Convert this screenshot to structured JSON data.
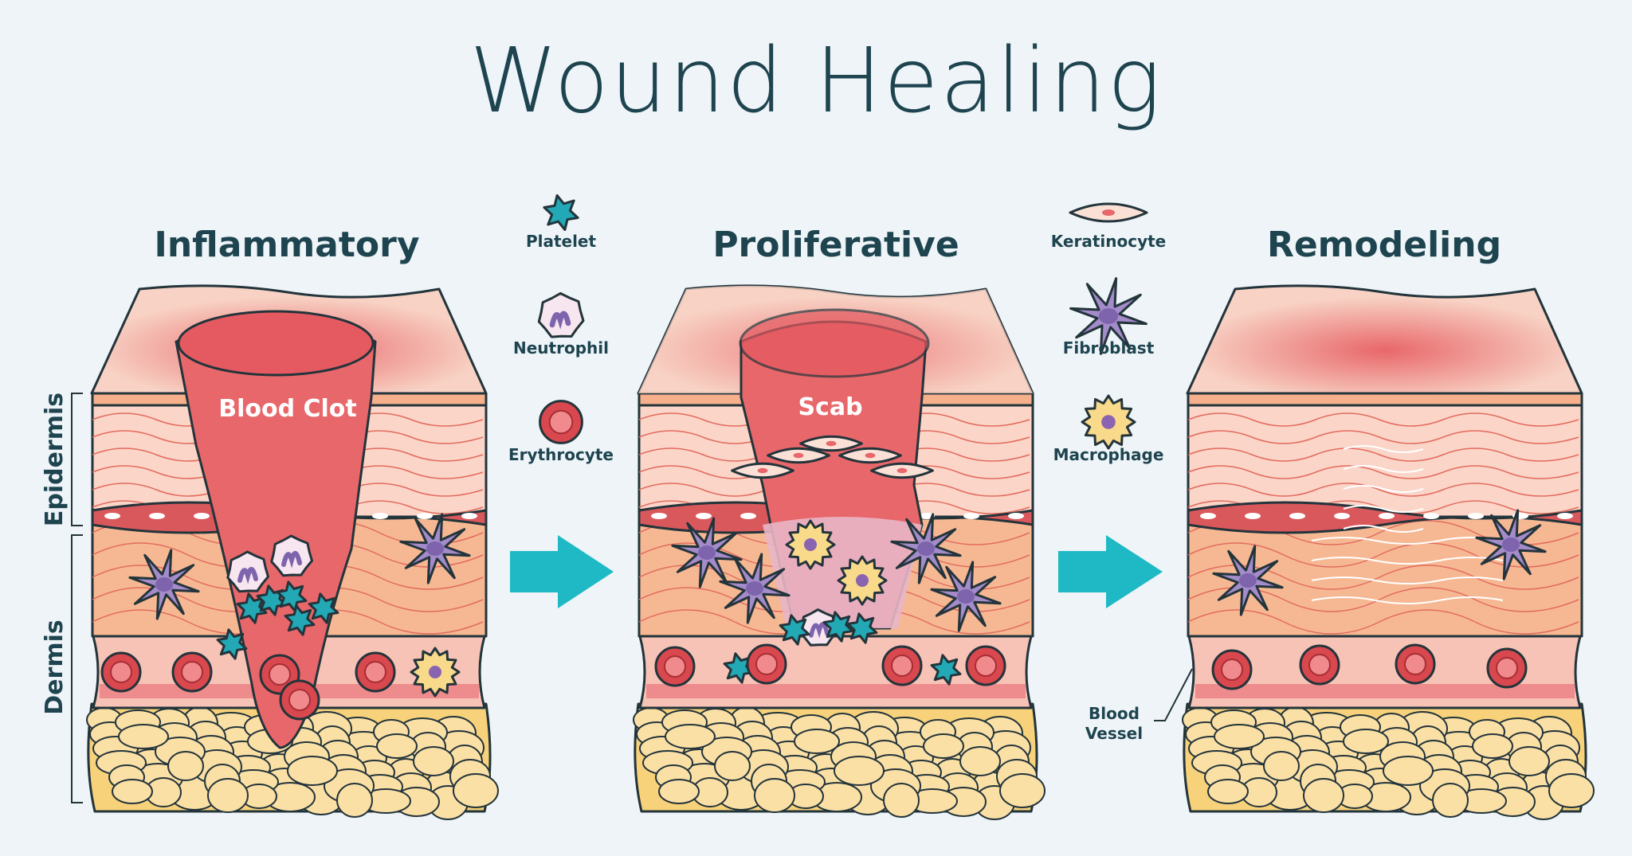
{
  "title": "Wound Healing",
  "phases": [
    {
      "name": "Inflammatory",
      "wound_label": "Blood Clot"
    },
    {
      "name": "Proliferative",
      "wound_label": "Scab"
    },
    {
      "name": "Remodeling",
      "wound_label": ""
    }
  ],
  "legend_left": [
    {
      "label": "Platelet",
      "icon": "platelet-icon"
    },
    {
      "label": "Neutrophil",
      "icon": "neutrophil-icon"
    },
    {
      "label": "Erythrocyte",
      "icon": "erythrocyte-icon"
    }
  ],
  "legend_right": [
    {
      "label": "Keratinocyte",
      "icon": "keratinocyte-icon"
    },
    {
      "label": "Fibroblast",
      "icon": "fibroblast-icon"
    },
    {
      "label": "Macrophage",
      "icon": "macrophage-icon"
    }
  ],
  "layers": {
    "epidermis": "Epidermis",
    "dermis": "Dermis"
  },
  "blood_vessel": {
    "line1": "Blood",
    "line2": "Vessel"
  },
  "colors": {
    "background": "#eef4f7",
    "text": "#1e4450",
    "arrow": "#1fb9c6",
    "clot": "#e8676a",
    "fat": "#f7d27a",
    "dermis": "#f6b893",
    "platelet": "#22a9b5",
    "fibroblast": "#a48bc9",
    "erythrocyte": "#d8484e"
  }
}
